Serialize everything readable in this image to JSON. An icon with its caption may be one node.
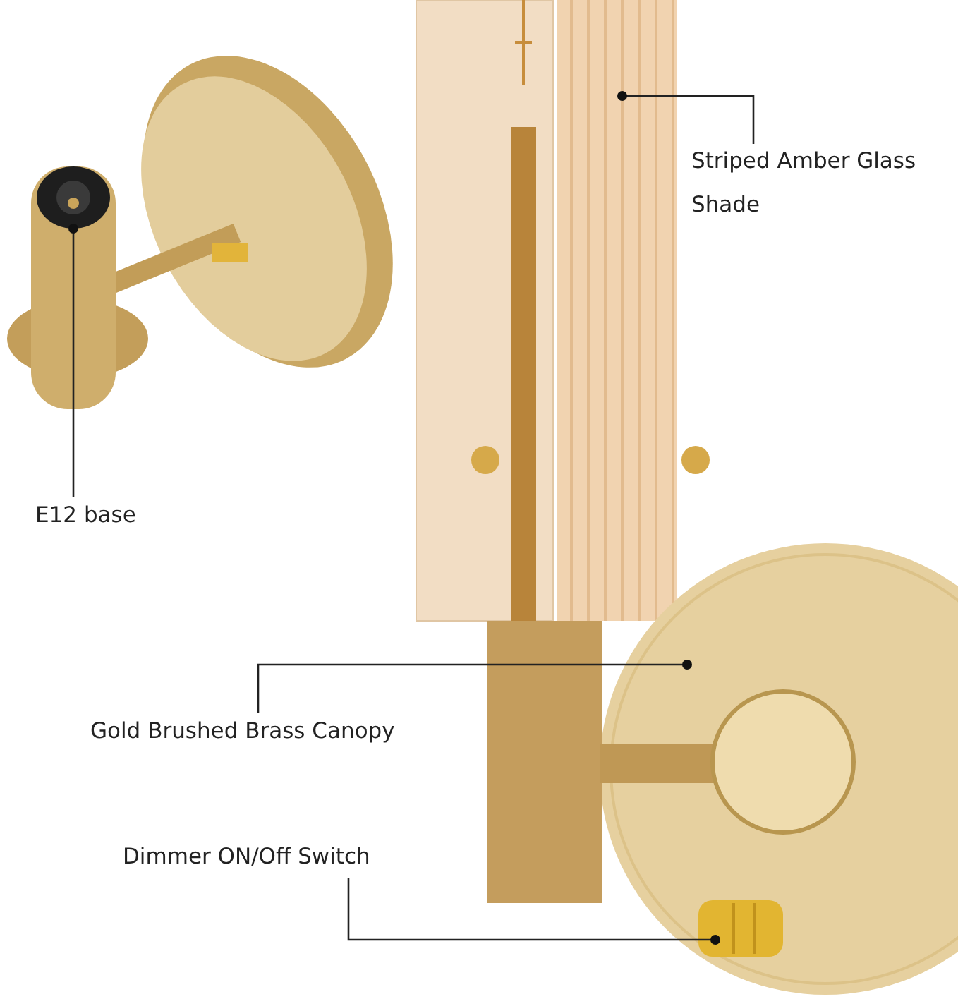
{
  "diagram": {
    "nodes": [
      {
        "text": [
          "E12 base"
        ]
      },
      {
        "text": [],
        "shape": "picture"
      },
      {
        "text": [
          "Striped Amber Glass Shade"
        ]
      },
      {
        "text": [],
        "shape": "picture"
      },
      {
        "text": [
          "Gold Brushed Brass Canopy"
        ]
      },
      {
        "text": [],
        "shape": "picture"
      },
      {
        "text": [
          "Dimmer ON/Off Switch"
        ]
      },
      {
        "text": [],
        "shape": "picture",
        "in": 5
      }
    ],
    "edges": [
      {
        "from": 0,
        "to": 1,
        "arrow": "other"
      },
      {
        "from": 2,
        "to": 3,
        "arrow": "other"
      },
      {
        "from": 4,
        "to": 5,
        "arrow": "other"
      },
      {
        "from": 6,
        "to": 7,
        "arrow": "other"
      }
    ]
  }
}
